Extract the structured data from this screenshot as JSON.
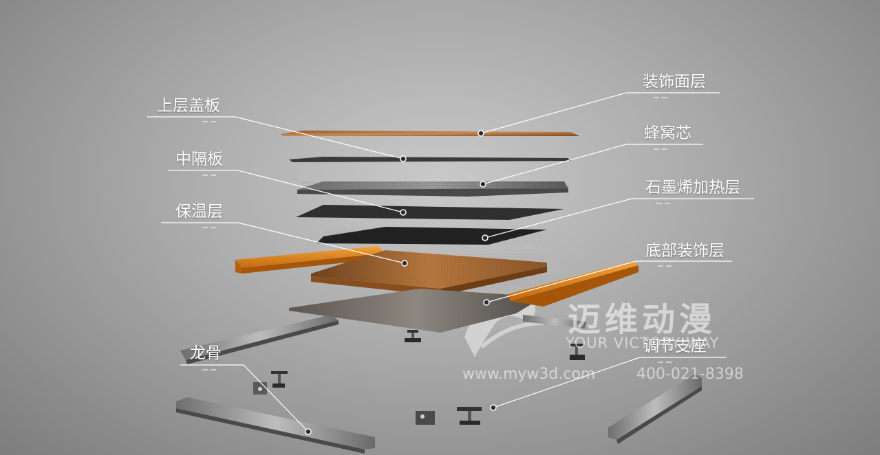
{
  "labels": {
    "surface_layer": "装饰面层",
    "top_cover": "上层盖板",
    "honeycomb": "蜂窝芯",
    "middle_plate": "中隔板",
    "graphene_heating": "石墨烯加热层",
    "insulation": "保温层",
    "bottom_layer": "底部装饰层",
    "keel": "龙骨",
    "adjustable_support": "调节支座"
  },
  "watermark": {
    "brand_cn": "迈维动漫",
    "brand_en": "YOUR VICTORY WAY",
    "url": "www.myw3d.com",
    "phone": "400-021-8398"
  },
  "colors": {
    "background": "#a9a9a9",
    "leader_line": "#ffffff",
    "wood": "#c88a4e",
    "orange_profile": "#e08a1e",
    "dark_sheet": "#2b2b2b",
    "aluminium": "#8a8a8a"
  }
}
